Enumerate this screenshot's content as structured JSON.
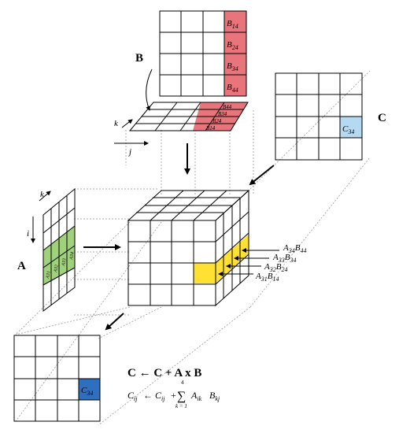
{
  "labels": {
    "matrix_a": "A",
    "matrix_b": "B",
    "matrix_c": "C",
    "axis_k_top": "k",
    "axis_j": "j",
    "axis_k_left": "k",
    "axis_i": "i"
  },
  "b_column": [
    "B",
    "14",
    "B",
    "24",
    "B",
    "34",
    "B",
    "44"
  ],
  "b_column_cells": [
    {
      "base": "B",
      "sub": "14"
    },
    {
      "base": "B",
      "sub": "24"
    },
    {
      "base": "B",
      "sub": "34"
    },
    {
      "base": "B",
      "sub": "44"
    }
  ],
  "b_plane_cells": [
    "B44",
    "B34",
    "B24",
    "B14"
  ],
  "a_row_cells": [
    "A31",
    "A32",
    "A33",
    "A34"
  ],
  "c_top_cell": {
    "base": "C",
    "sub": "34"
  },
  "c_bottom_cell": {
    "base": "C",
    "sub": "34"
  },
  "products": [
    {
      "a": "A",
      "a_sub": "34",
      "b": "B",
      "b_sub": "44"
    },
    {
      "a": "A",
      "a_sub": "33",
      "b": "B",
      "b_sub": "34"
    },
    {
      "a": "A",
      "a_sub": "32",
      "b": "B",
      "b_sub": "24"
    },
    {
      "a": "A",
      "a_sub": "31",
      "b": "B",
      "b_sub": "14"
    }
  ],
  "formula": {
    "update": "C ← C + A x B",
    "cij": "C",
    "cij_sub": "ij",
    "arrow": "←",
    "cij2": "C",
    "cij2_sub": "ij",
    "plus": "+",
    "sum_top": "4",
    "sum_bottom": "k = 1",
    "sum_symbol": "∑",
    "aik": "A",
    "aik_sub": "ik",
    "bkj": "B",
    "bkj_sub": "kj"
  },
  "colors": {
    "b_highlight": "#e8747c",
    "a_highlight": "#9fd27a",
    "c_top_highlight": "#b6d9f2",
    "c_bottom_highlight": "#2f6fc0",
    "cube_highlight": "#ffe033"
  }
}
